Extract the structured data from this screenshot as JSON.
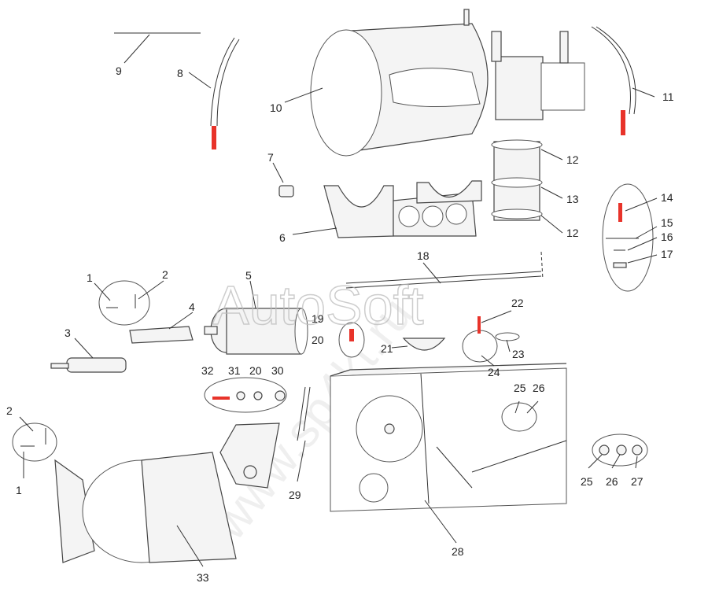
{
  "watermark": {
    "primary": "AutoSoft",
    "diagonal": "www.sp4kt.ru"
  },
  "labels": {
    "n1a": "1",
    "n1b": "1",
    "n2a": "2",
    "n2b": "2",
    "n3": "3",
    "n4": "4",
    "n5": "5",
    "n6": "6",
    "n7": "7",
    "n8": "8",
    "n9": "9",
    "n10": "10",
    "n11": "11",
    "n12a": "12",
    "n12b": "12",
    "n13": "13",
    "n14": "14",
    "n15": "15",
    "n16": "16",
    "n17": "17",
    "n18": "18",
    "n19": "19",
    "n20a": "20",
    "n20b": "20",
    "n21": "21",
    "n22": "22",
    "n23": "23",
    "n24": "24",
    "n25a": "25",
    "n25b": "25",
    "n26a": "26",
    "n26b": "26",
    "n27": "27",
    "n28": "28",
    "n29": "29",
    "n30": "30",
    "n31": "31",
    "n32": "32",
    "n33": "33"
  },
  "colors": {
    "highlight": "#e8332a",
    "line": "#333333",
    "watermark": "#bdbdbd"
  }
}
